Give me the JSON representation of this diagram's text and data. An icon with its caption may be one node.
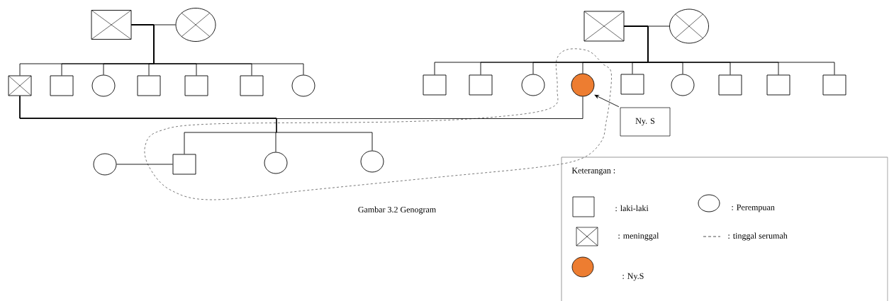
{
  "diagram": {
    "caption": "Gambar 3.2 Genogram",
    "nodes": [
      {
        "text": [],
        "shape": "crossed-box"
      },
      {
        "text": [],
        "shape": "crossed-circle"
      },
      {
        "text": [],
        "shape": "crossed-box"
      },
      {
        "text": [],
        "shape": "box"
      },
      {
        "text": [],
        "shape": "circle"
      },
      {
        "text": [],
        "shape": "box"
      },
      {
        "text": [],
        "shape": "box"
      },
      {
        "text": [],
        "shape": "box"
      },
      {
        "text": [],
        "shape": "circle"
      },
      {
        "text": [],
        "shape": "crossed-box"
      },
      {
        "text": [],
        "shape": "crossed-circle"
      },
      {
        "text": [],
        "shape": "box"
      },
      {
        "text": [],
        "shape": "box"
      },
      {
        "text": [],
        "shape": "circle"
      },
      {
        "text": [],
        "shape": "filled-circle"
      },
      {
        "text": [],
        "shape": "box"
      },
      {
        "text": [],
        "shape": "circle"
      },
      {
        "text": [],
        "shape": "box"
      },
      {
        "text": [],
        "shape": "box"
      },
      {
        "text": [],
        "shape": "box"
      },
      {
        "text": [],
        "shape": "circle"
      },
      {
        "text": [],
        "shape": "box"
      },
      {
        "text": [],
        "shape": "circle"
      },
      {
        "text": [],
        "shape": "circle"
      },
      {
        "text": [
          "Ny. S"
        ]
      }
    ],
    "edges": [
      {
        "from": 0,
        "to": 1,
        "arrow": "none"
      },
      {
        "from": 0,
        "to": 2,
        "arrow": "none"
      },
      {
        "from": 0,
        "to": 3,
        "arrow": "none"
      },
      {
        "from": 0,
        "to": 4,
        "arrow": "none"
      },
      {
        "from": 0,
        "to": 5,
        "arrow": "none"
      },
      {
        "from": 0,
        "to": 6,
        "arrow": "none"
      },
      {
        "from": 0,
        "to": 7,
        "arrow": "none"
      },
      {
        "from": 0,
        "to": 8,
        "arrow": "none"
      },
      {
        "from": 9,
        "to": 10,
        "arrow": "none"
      },
      {
        "from": 9,
        "to": 11,
        "arrow": "none"
      },
      {
        "from": 9,
        "to": 12,
        "arrow": "none"
      },
      {
        "from": 9,
        "to": 13,
        "arrow": "none"
      },
      {
        "from": 9,
        "to": 14,
        "arrow": "none"
      },
      {
        "from": 9,
        "to": 15,
        "arrow": "none"
      },
      {
        "from": 9,
        "to": 16,
        "arrow": "none"
      },
      {
        "from": 9,
        "to": 17,
        "arrow": "none"
      },
      {
        "from": 9,
        "to": 18,
        "arrow": "none"
      },
      {
        "from": 9,
        "to": 19,
        "arrow": "none"
      },
      {
        "from": 2,
        "to": 14,
        "arrow": "none"
      },
      {
        "from": 2,
        "to": 21,
        "arrow": "none"
      },
      {
        "from": 2,
        "to": 22,
        "arrow": "none"
      },
      {
        "from": 2,
        "to": 23,
        "arrow": "none"
      },
      {
        "from": 20,
        "to": 21,
        "arrow": "none"
      },
      {
        "from": 24,
        "to": 14,
        "arrow": "to"
      }
    ],
    "labels": [
      "Keterangan :"
    ],
    "legend": [
      {
        "text": ": laki-laki"
      },
      {
        "text": ": Perempuan"
      },
      {
        "text": ": meninggal"
      },
      {
        "text": ": tinggal serumah"
      },
      {
        "text": ": Ny.S",
        "color": "#ed7d31"
      }
    ]
  }
}
